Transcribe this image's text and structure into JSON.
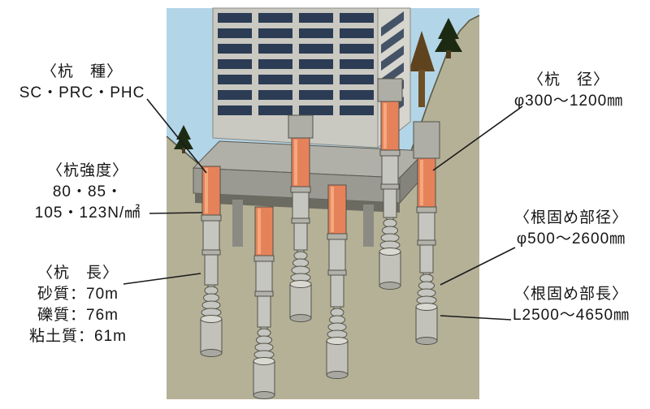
{
  "annotations": {
    "pile_type": {
      "heading": "〈杭　種〉",
      "value": "SC・PRC・PHC"
    },
    "pile_strength": {
      "heading": "〈杭強度〉",
      "lines": [
        "80・85・",
        "105・123N/㎟"
      ]
    },
    "pile_length": {
      "heading": "〈杭　長〉",
      "lines": [
        "砂質：70m",
        "礫質：76m",
        "粘土質：61m"
      ]
    },
    "pile_diameter": {
      "heading": "〈杭　径〉",
      "value": "φ300〜1200㎜"
    },
    "root_diameter": {
      "heading": "〈根固め部径〉",
      "value": "φ500〜2600㎜"
    },
    "root_length": {
      "heading": "〈根固め部長〉",
      "value": "L2500〜4650㎜"
    }
  },
  "colors": {
    "sky": "#b3d5e8",
    "ground": "#b5b197",
    "building_front": "#c9c8c1",
    "building_side": "#d6d5ce",
    "window": "#2c3c55",
    "foundation": "#9a9a92",
    "pile_orange": "#e6825a",
    "pile_gray": "#c6c6c0"
  }
}
